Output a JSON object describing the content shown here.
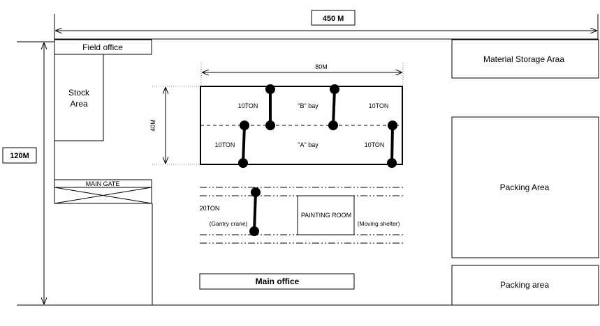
{
  "dimensions": {
    "width_label": "450 M",
    "height_label": "120M",
    "bay_width_label": "80M",
    "bay_height_label": "40M"
  },
  "areas": {
    "field_office": "Field office",
    "stock_area_line1": "Stock",
    "stock_area_line2": "Area",
    "main_gate": "MAIN GATE",
    "material_storage": "Material Storage Araa",
    "packing_area_large": "Packing Area",
    "packing_area_small": "Packing area",
    "main_office": "Main office",
    "painting_room": "PAINTING ROOM"
  },
  "bays": {
    "b_bay": "\"B\" bay",
    "a_bay": "\"A\" bay"
  },
  "cranes": {
    "b_left_capacity": "10TON",
    "b_right_capacity": "10TON",
    "a_left_capacity": "10TON",
    "a_right_capacity": "10TON",
    "gantry_capacity": "20TON",
    "gantry_label": "(Gantry crane)",
    "shelter_label": "(Moving shelter)"
  },
  "colors": {
    "line": "#000000",
    "dim_line": "#000000"
  }
}
